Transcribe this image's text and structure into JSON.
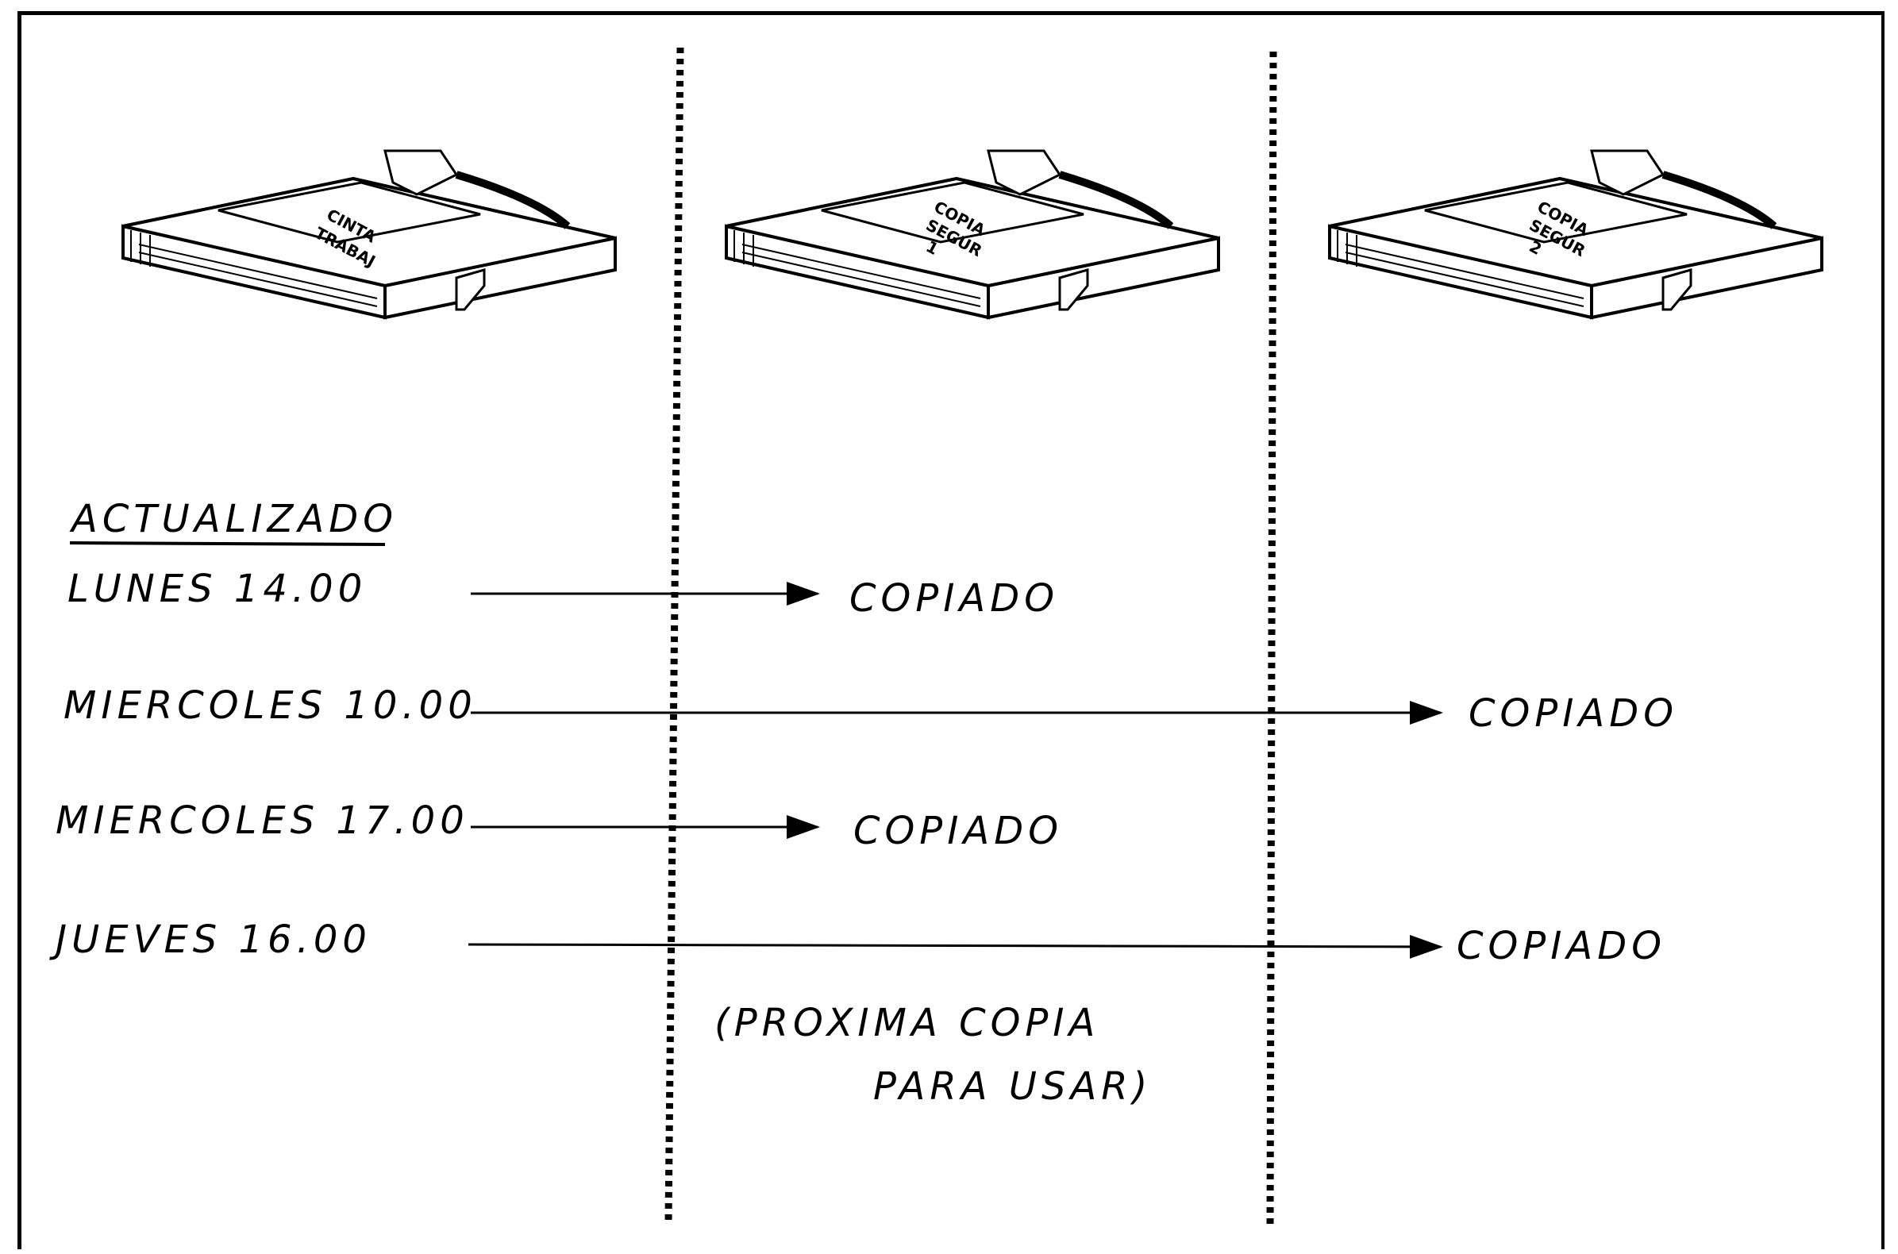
{
  "header": {
    "title": "ACTUALIZADO"
  },
  "tapes": [
    {
      "line1": "CINTA",
      "line2": "TRABAJ"
    },
    {
      "line1": "COPIA",
      "line2": "SEGUR",
      "line3": "1"
    },
    {
      "line1": "COPIA",
      "line2": "SEGUR",
      "line3": "2"
    }
  ],
  "events": [
    {
      "time": "LUNES 14.00",
      "result": "COPIADO",
      "target": 1
    },
    {
      "time": "MIERCOLES 10.00",
      "result": "COPIADO",
      "target": 2
    },
    {
      "time": "MIERCOLES 17.00",
      "result": "COPIADO",
      "target": 1
    },
    {
      "time": "JUEVES 16.00",
      "result": "COPIADO",
      "target": 2
    }
  ],
  "note": {
    "line1": "(PROXIMA COPIA",
    "line2": "PARA USAR)"
  }
}
